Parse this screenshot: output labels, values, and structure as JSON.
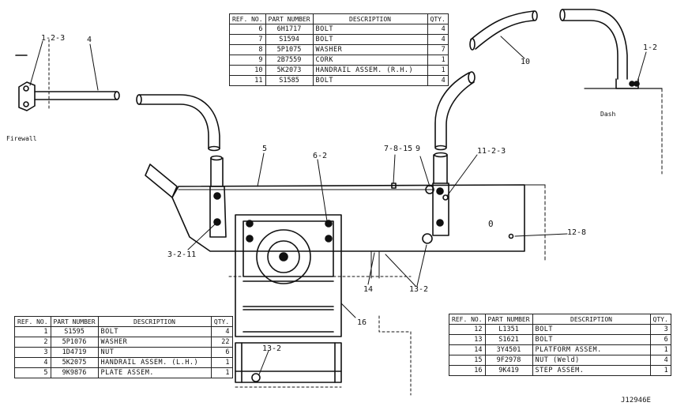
{
  "headers": {
    "ref": "REF. NO.",
    "part": "PART NUMBER",
    "desc": "DESCRIPTION",
    "qty": "QTY."
  },
  "tables": {
    "top": [
      {
        "ref": "6",
        "part": "6H1717",
        "desc": "BOLT",
        "qty": "4"
      },
      {
        "ref": "7",
        "part": "S1594",
        "desc": "BOLT",
        "qty": "4"
      },
      {
        "ref": "8",
        "part": "5P1075",
        "desc": "WASHER",
        "qty": "7"
      },
      {
        "ref": "9",
        "part": "2B7559",
        "desc": "CORK",
        "qty": "1"
      },
      {
        "ref": "10",
        "part": "5K2073",
        "desc": "HANDRAIL ASSEM. (R.H.)",
        "qty": "1"
      },
      {
        "ref": "11",
        "part": "S1585",
        "desc": "BOLT",
        "qty": "4"
      }
    ],
    "bottom_left": [
      {
        "ref": "1",
        "part": "S1595",
        "desc": "BOLT",
        "qty": "4"
      },
      {
        "ref": "2",
        "part": "5P1076",
        "desc": "WASHER",
        "qty": "22"
      },
      {
        "ref": "3",
        "part": "1D4719",
        "desc": "NUT",
        "qty": "6"
      },
      {
        "ref": "4",
        "part": "5K2075",
        "desc": "HANDRAIL ASSEM. (L.H.)",
        "qty": "1"
      },
      {
        "ref": "5",
        "part": "9K9876",
        "desc": "PLATE ASSEM.",
        "qty": "1"
      }
    ],
    "bottom_right": [
      {
        "ref": "12",
        "part": "L1351",
        "desc": "BOLT",
        "qty": "3"
      },
      {
        "ref": "13",
        "part": "S1621",
        "desc": "BOLT",
        "qty": "6"
      },
      {
        "ref": "14",
        "part": "3Y4501",
        "desc": "PLATFORM ASSEM.",
        "qty": "1"
      },
      {
        "ref": "15",
        "part": "9F2978",
        "desc": "NUT (Weld)",
        "qty": "4"
      },
      {
        "ref": "16",
        "part": "9K419",
        "desc": "STEP ASSEM.",
        "qty": "1"
      }
    ]
  },
  "callouts": {
    "c123": "1-2-3",
    "c4": "4",
    "c5": "5",
    "c62": "6-2",
    "c7815": "7-8-15",
    "c9": "9",
    "c1123": "11-2-3",
    "c10": "10",
    "c12": "1-2",
    "c128": "12-8",
    "c3211": "3-2-11",
    "c14": "14",
    "c132a": "13-2",
    "c16": "16",
    "c132b": "13-2",
    "c0": "0"
  },
  "notes": {
    "firewall": "Firewall",
    "dash": "Dash",
    "drawing_no": "J12946E"
  }
}
